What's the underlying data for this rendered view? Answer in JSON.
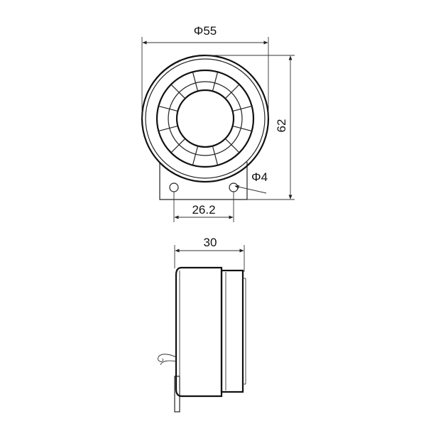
{
  "drawing": {
    "top_view": {
      "diameter_label": "Φ55",
      "height_label": "62",
      "hole_diameter_label": "Φ4",
      "hole_spacing_label": "26.2"
    },
    "side_view": {
      "depth_label": "30"
    },
    "colors": {
      "line": "#222222",
      "background": "#ffffff"
    }
  }
}
